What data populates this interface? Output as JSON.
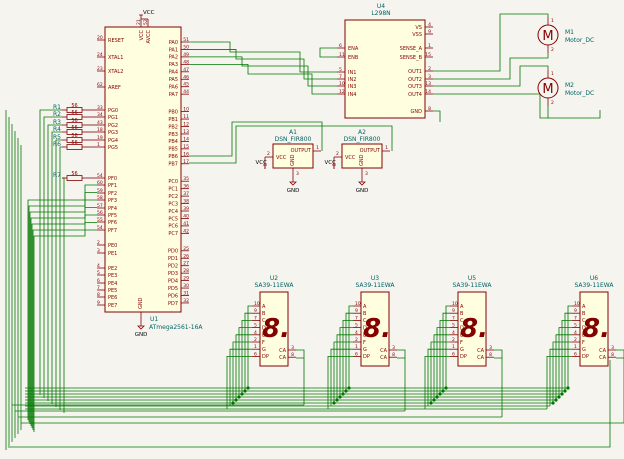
{
  "colors": {
    "wire": "#007800",
    "part": "#840000",
    "fill": "#ffffe0",
    "ref": "#006464",
    "bg": "#f5f4ef"
  },
  "power": {
    "vcc": "VCC",
    "gnd": "GND"
  },
  "mcu": {
    "ref": "U1",
    "value": "ATmega2561-16A",
    "left_pins": [
      {
        "num": "20",
        "name": "RESET"
      },
      {
        "num": "24",
        "name": "XTAL1"
      },
      {
        "num": "23",
        "name": "XTAL2"
      },
      {
        "num": "62",
        "name": "AREF"
      },
      {
        "num": "33",
        "name": "PG0"
      },
      {
        "num": "34",
        "name": "PG1"
      },
      {
        "num": "43",
        "name": "PG2"
      },
      {
        "num": "18",
        "name": "PG3"
      },
      {
        "num": "19",
        "name": "PG4"
      },
      {
        "num": "1",
        "name": "PG5"
      },
      {
        "num": "54",
        "name": "PF0"
      },
      {
        "num": "60",
        "name": "PF1"
      },
      {
        "num": "59",
        "name": "PF2"
      },
      {
        "num": "58",
        "name": "PF3"
      },
      {
        "num": "57",
        "name": "PF4"
      },
      {
        "num": "56",
        "name": "PF5"
      },
      {
        "num": "55",
        "name": "PF6"
      },
      {
        "num": "54",
        "name": "PF7"
      },
      {
        "num": "2",
        "name": "PE0"
      },
      {
        "num": "3",
        "name": "PE1"
      },
      {
        "num": "4",
        "name": "PE2"
      },
      {
        "num": "5",
        "name": "PE3"
      },
      {
        "num": "6",
        "name": "PE4"
      },
      {
        "num": "7",
        "name": "PE5"
      },
      {
        "num": "8",
        "name": "PE6"
      },
      {
        "num": "9",
        "name": "PE7"
      }
    ],
    "right_pins": [
      {
        "num": "51",
        "name": "PA0"
      },
      {
        "num": "50",
        "name": "PA1"
      },
      {
        "num": "49",
        "name": "PA2"
      },
      {
        "num": "48",
        "name": "PA3"
      },
      {
        "num": "47",
        "name": "PA4"
      },
      {
        "num": "46",
        "name": "PA5"
      },
      {
        "num": "45",
        "name": "PA6"
      },
      {
        "num": "44",
        "name": "PA7"
      },
      {
        "num": "10",
        "name": "PB0"
      },
      {
        "num": "11",
        "name": "PB1"
      },
      {
        "num": "12",
        "name": "PB2"
      },
      {
        "num": "13",
        "name": "PB3"
      },
      {
        "num": "14",
        "name": "PB4"
      },
      {
        "num": "15",
        "name": "PB5"
      },
      {
        "num": "16",
        "name": "PB6"
      },
      {
        "num": "17",
        "name": "PB7"
      },
      {
        "num": "35",
        "name": "PC0"
      },
      {
        "num": "36",
        "name": "PC1"
      },
      {
        "num": "37",
        "name": "PC2"
      },
      {
        "num": "38",
        "name": "PC3"
      },
      {
        "num": "39",
        "name": "PC4"
      },
      {
        "num": "40",
        "name": "PC5"
      },
      {
        "num": "41",
        "name": "PC6"
      },
      {
        "num": "42",
        "name": "PC7"
      },
      {
        "num": "25",
        "name": "PD0"
      },
      {
        "num": "26",
        "name": "PD1"
      },
      {
        "num": "27",
        "name": "PD2"
      },
      {
        "num": "28",
        "name": "PD3"
      },
      {
        "num": "29",
        "name": "PD4"
      },
      {
        "num": "30",
        "name": "PD5"
      },
      {
        "num": "31",
        "name": "PD6"
      },
      {
        "num": "32",
        "name": "PD7"
      }
    ],
    "top_pins": [
      {
        "num": "21",
        "name": "VCC"
      },
      {
        "num": "52",
        "name": "AVCC"
      }
    ],
    "gnd_pin": {
      "num": "22",
      "name": "GND"
    }
  },
  "resistors": [
    {
      "ref": "R1",
      "value": "56"
    },
    {
      "ref": "R2",
      "value": "56"
    },
    {
      "ref": "R3",
      "value": "56"
    },
    {
      "ref": "R4",
      "value": "56"
    },
    {
      "ref": "R5",
      "value": "56"
    },
    {
      "ref": "R6",
      "value": "56"
    },
    {
      "ref": "R7",
      "value": "56"
    }
  ],
  "driver": {
    "ref": "U4",
    "value": "L298N",
    "left_pins": [
      {
        "num": "6",
        "name": "ENA"
      },
      {
        "num": "11",
        "name": "ENB"
      },
      {
        "num": "5",
        "name": "IN1"
      },
      {
        "num": "7",
        "name": "IN2"
      },
      {
        "num": "10",
        "name": "IN3"
      },
      {
        "num": "12",
        "name": "IN4"
      }
    ],
    "right_pins": [
      {
        "num": "4",
        "name": "VS"
      },
      {
        "num": "9",
        "name": "VSS"
      },
      {
        "num": "1",
        "name": "SENSE_A"
      },
      {
        "num": "15",
        "name": "SENSE_B"
      },
      {
        "num": "2",
        "name": "OUT1"
      },
      {
        "num": "3",
        "name": "OUT2"
      },
      {
        "num": "13",
        "name": "OUT3"
      },
      {
        "num": "14",
        "name": "OUT4"
      },
      {
        "num": "8",
        "name": "GND"
      }
    ]
  },
  "motors": [
    {
      "ref": "M1",
      "value": "Motor_DC",
      "glyph": "M",
      "pin1": "1",
      "pin2": "2"
    },
    {
      "ref": "M2",
      "value": "Motor_DC",
      "glyph": "M",
      "pin1": "1",
      "pin2": "2"
    }
  ],
  "sensors": [
    {
      "ref": "A1",
      "value": "DSN_FIR800",
      "out": "OUTPUT",
      "vcc": "VCC",
      "gnd": "GND",
      "pins": [
        "1",
        "2",
        "3"
      ]
    },
    {
      "ref": "A2",
      "value": "DSN_FIR800",
      "out": "OUTPUT",
      "vcc": "VCC",
      "gnd": "GND",
      "pins": [
        "1",
        "2",
        "3"
      ]
    }
  ],
  "displays": [
    {
      "ref": "U2",
      "value": "SA39-11EWA",
      "digit": "8."
    },
    {
      "ref": "U3",
      "value": "SA39-11EWA",
      "digit": "8."
    },
    {
      "ref": "U5",
      "value": "SA39-11EWA",
      "digit": "8."
    },
    {
      "ref": "U6",
      "value": "SA39-11EWA",
      "digit": "8."
    }
  ],
  "display_pins": {
    "left": [
      {
        "num": "10",
        "name": "A"
      },
      {
        "num": "9",
        "name": "B"
      },
      {
        "num": "7",
        "name": "C"
      },
      {
        "num": "5",
        "name": "D"
      },
      {
        "num": "4",
        "name": "E"
      },
      {
        "num": "2",
        "name": "F"
      },
      {
        "num": "1",
        "name": "G"
      },
      {
        "num": "6",
        "name": "DP"
      }
    ],
    "right": [
      {
        "num": "3",
        "name": "CA"
      },
      {
        "num": "8",
        "name": "CA"
      }
    ]
  }
}
